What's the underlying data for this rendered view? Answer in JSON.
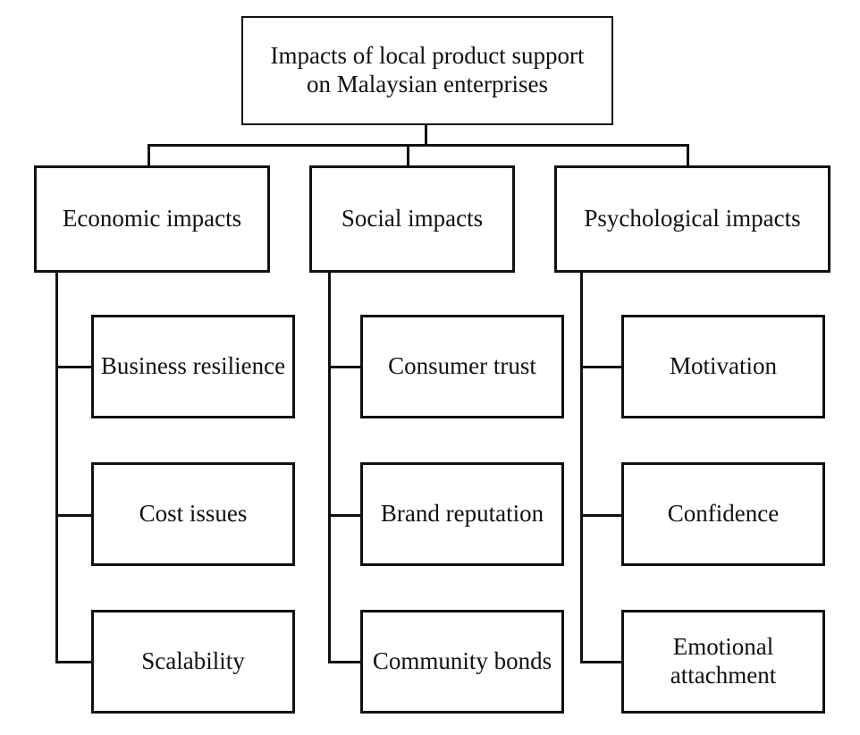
{
  "diagram": {
    "title": "Impacts of local product support on Malaysian enterprises",
    "root": {
      "label": "Impacts of local product support\non Malaysian enterprises"
    },
    "branches": [
      {
        "label": "Economic impacts",
        "children": [
          {
            "label": "Business resilience"
          },
          {
            "label": "Cost issues"
          },
          {
            "label": "Scalability"
          }
        ]
      },
      {
        "label": "Social impacts",
        "children": [
          {
            "label": "Consumer trust"
          },
          {
            "label": "Brand reputation"
          },
          {
            "label": "Community bonds"
          }
        ]
      },
      {
        "label": "Psychological impacts",
        "children": [
          {
            "label": "Motivation"
          },
          {
            "label": "Confidence"
          },
          {
            "label": "Emotional attachment"
          }
        ]
      }
    ],
    "colors": {
      "line": "#111111",
      "box_fill": "#ffffff",
      "text": "#111111",
      "background": "#ffffff"
    }
  }
}
